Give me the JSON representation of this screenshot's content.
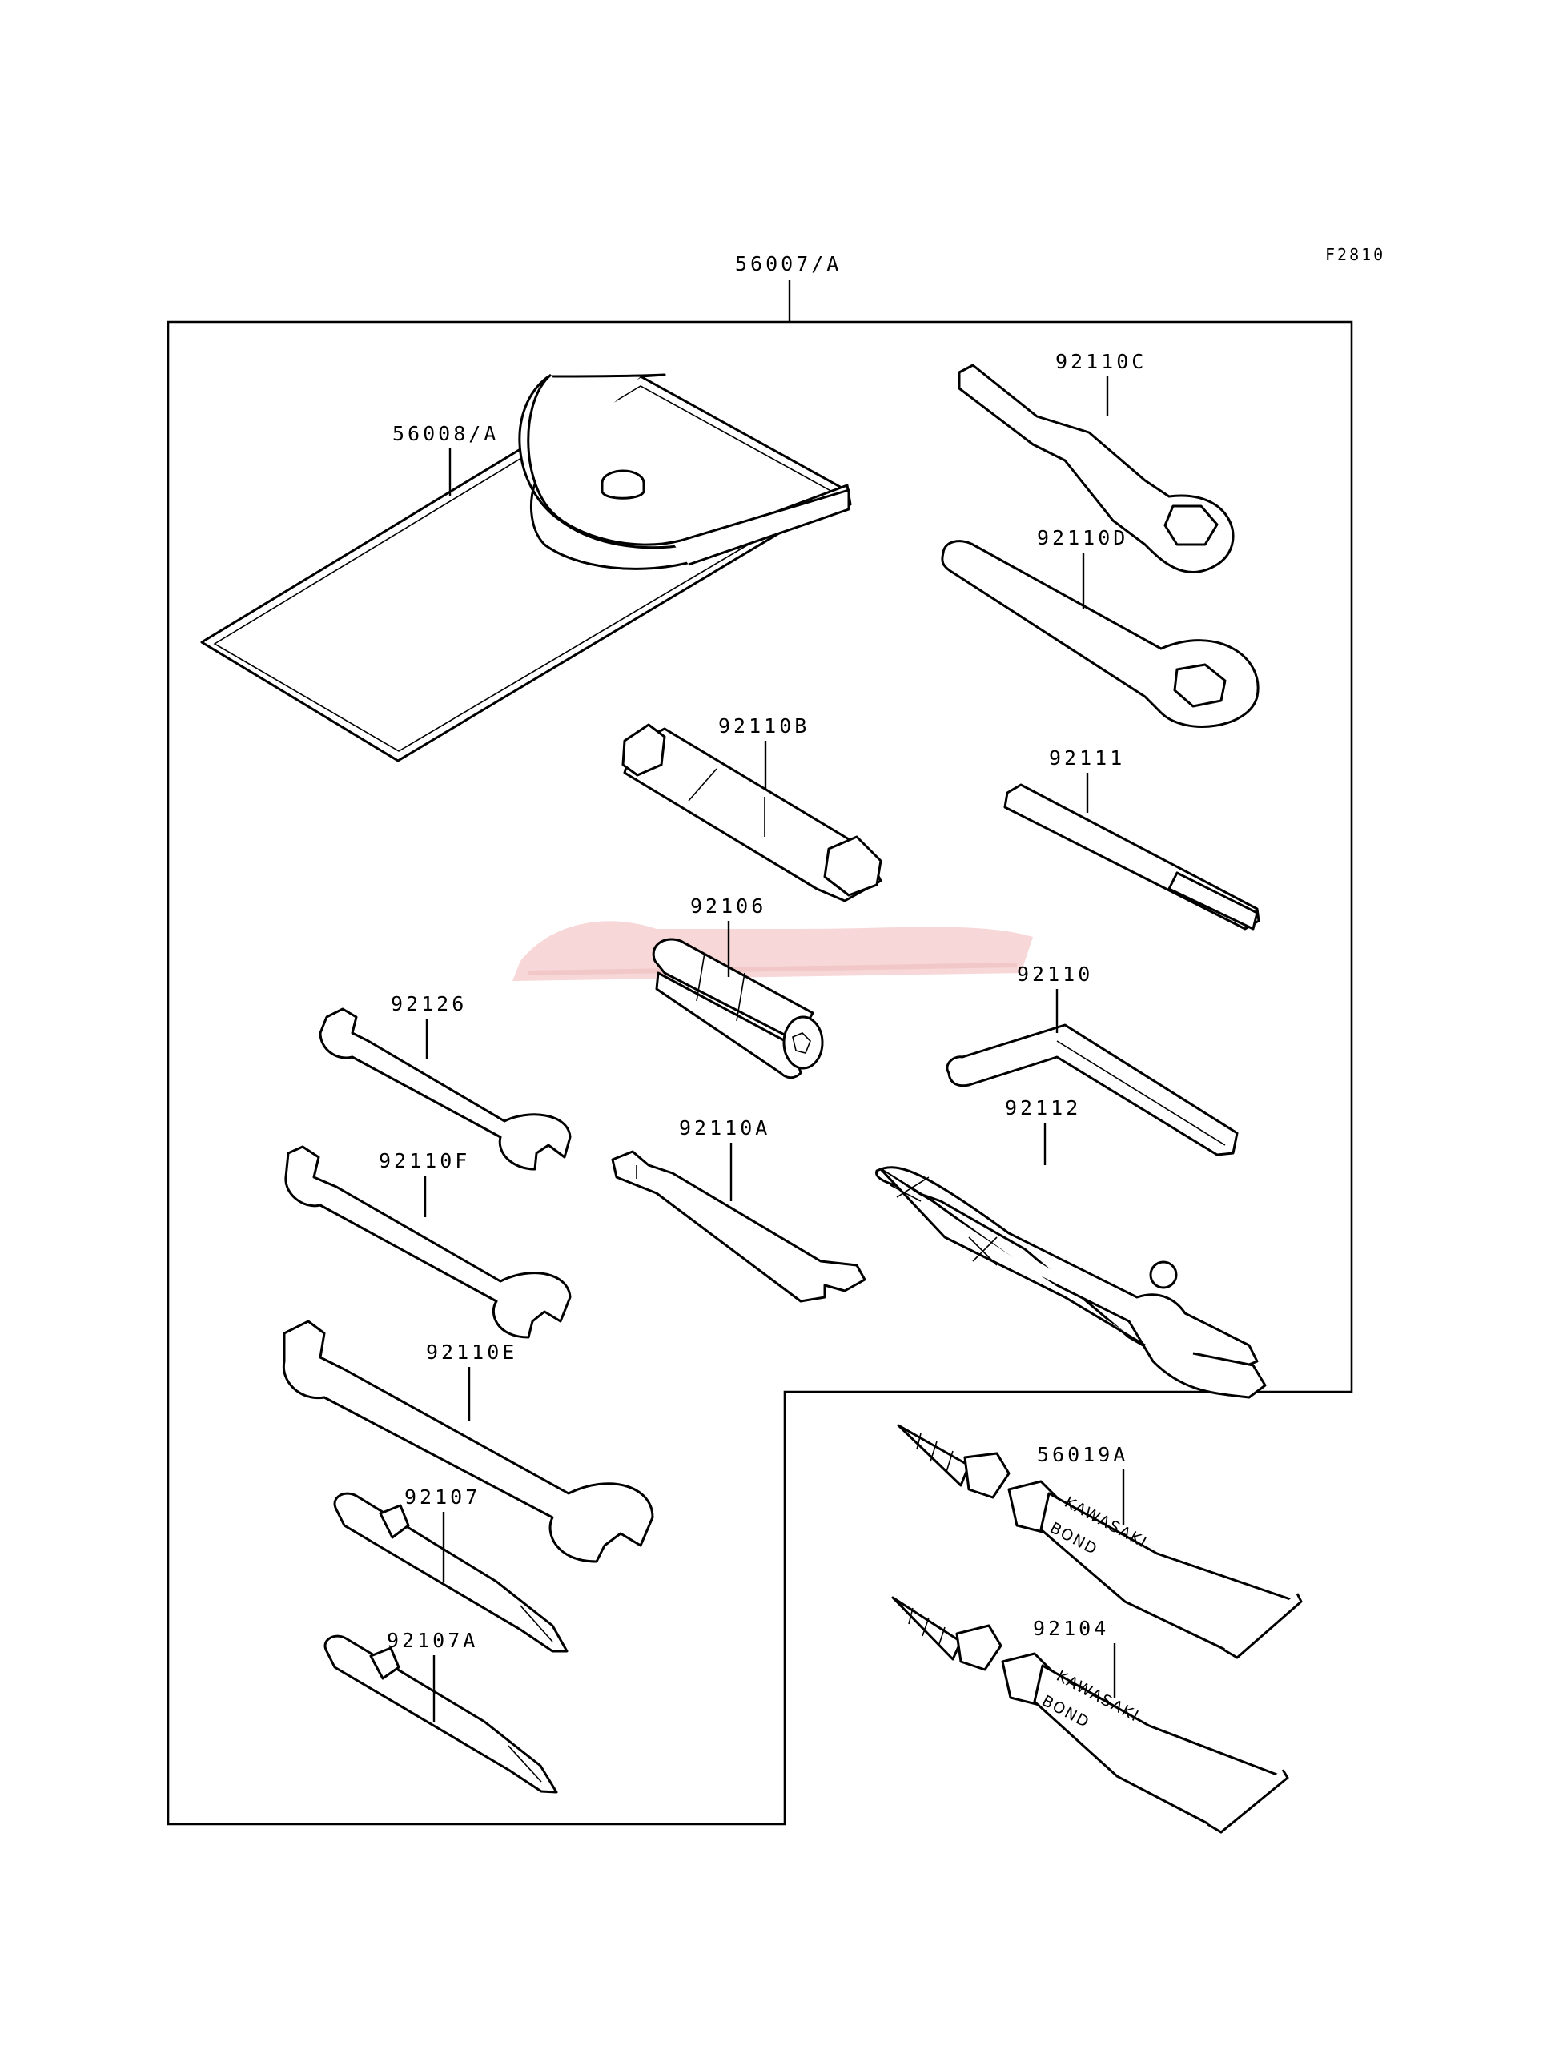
{
  "figure_code": "F2810",
  "parts": {
    "kit": "56007/A",
    "case": "56008/A",
    "ring_wrench_c": "92110C",
    "ring_wrench_d": "92110D",
    "socket_wrench": "92110B",
    "handle_bar": "92111",
    "plug_wrench": "92106",
    "hex_wrench": "92110",
    "wrench_92126": "92126",
    "wrench_f": "92110F",
    "spoke_wrench": "92110A",
    "pliers": "92112",
    "wrench_e": "92110E",
    "screwdriver": "92107",
    "screwdriver_a": "92107A",
    "bond_tube_a": "56019A",
    "bond_tube": "92104"
  },
  "tube_print": {
    "brand": "KAWASAKI",
    "product": "BOND"
  },
  "colors": {
    "line": "#000000",
    "background": "#ffffff",
    "watermark": "#f2b8b8"
  }
}
